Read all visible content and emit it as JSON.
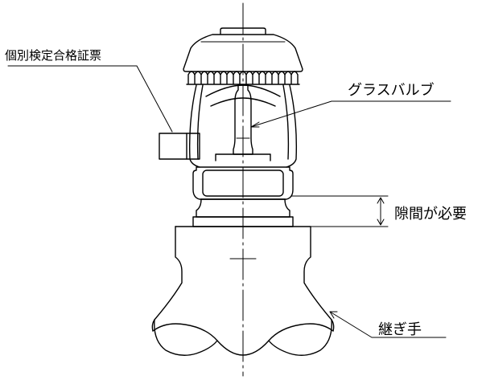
{
  "labels": {
    "certificate": "個別検定合格証票",
    "glass_bulb": "グラスバルブ",
    "gap_required": "隙間が必要",
    "joint": "継ぎ手"
  },
  "colors": {
    "line": "#000000",
    "background": "#ffffff"
  }
}
